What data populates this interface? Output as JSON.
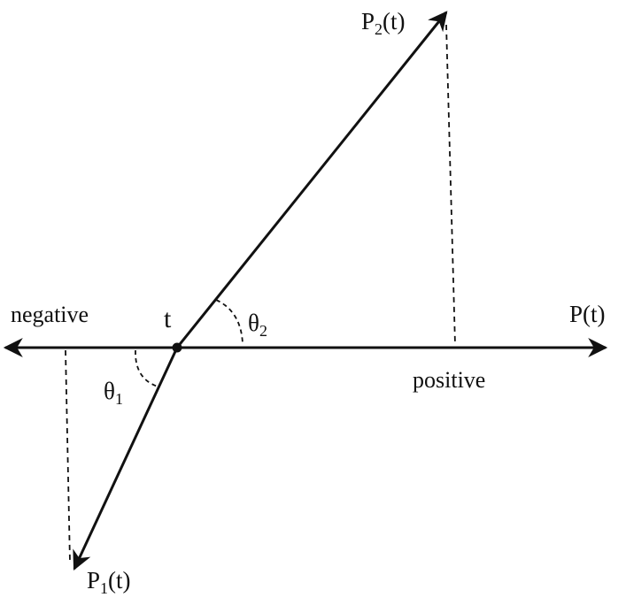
{
  "labels": {
    "negative": "negative",
    "positive": "positive",
    "t": "t",
    "axis": "P(t)",
    "p1_base": "P",
    "p1_sub": "1",
    "p1_arg": "(t)",
    "p2_base": "P",
    "p2_sub": "2",
    "p2_arg": "(t)",
    "theta1_base": "θ",
    "theta1_sub": "1",
    "theta2_base": "θ",
    "theta2_sub": "2"
  },
  "colors": {
    "ink": "#111111",
    "background": "#ffffff"
  }
}
